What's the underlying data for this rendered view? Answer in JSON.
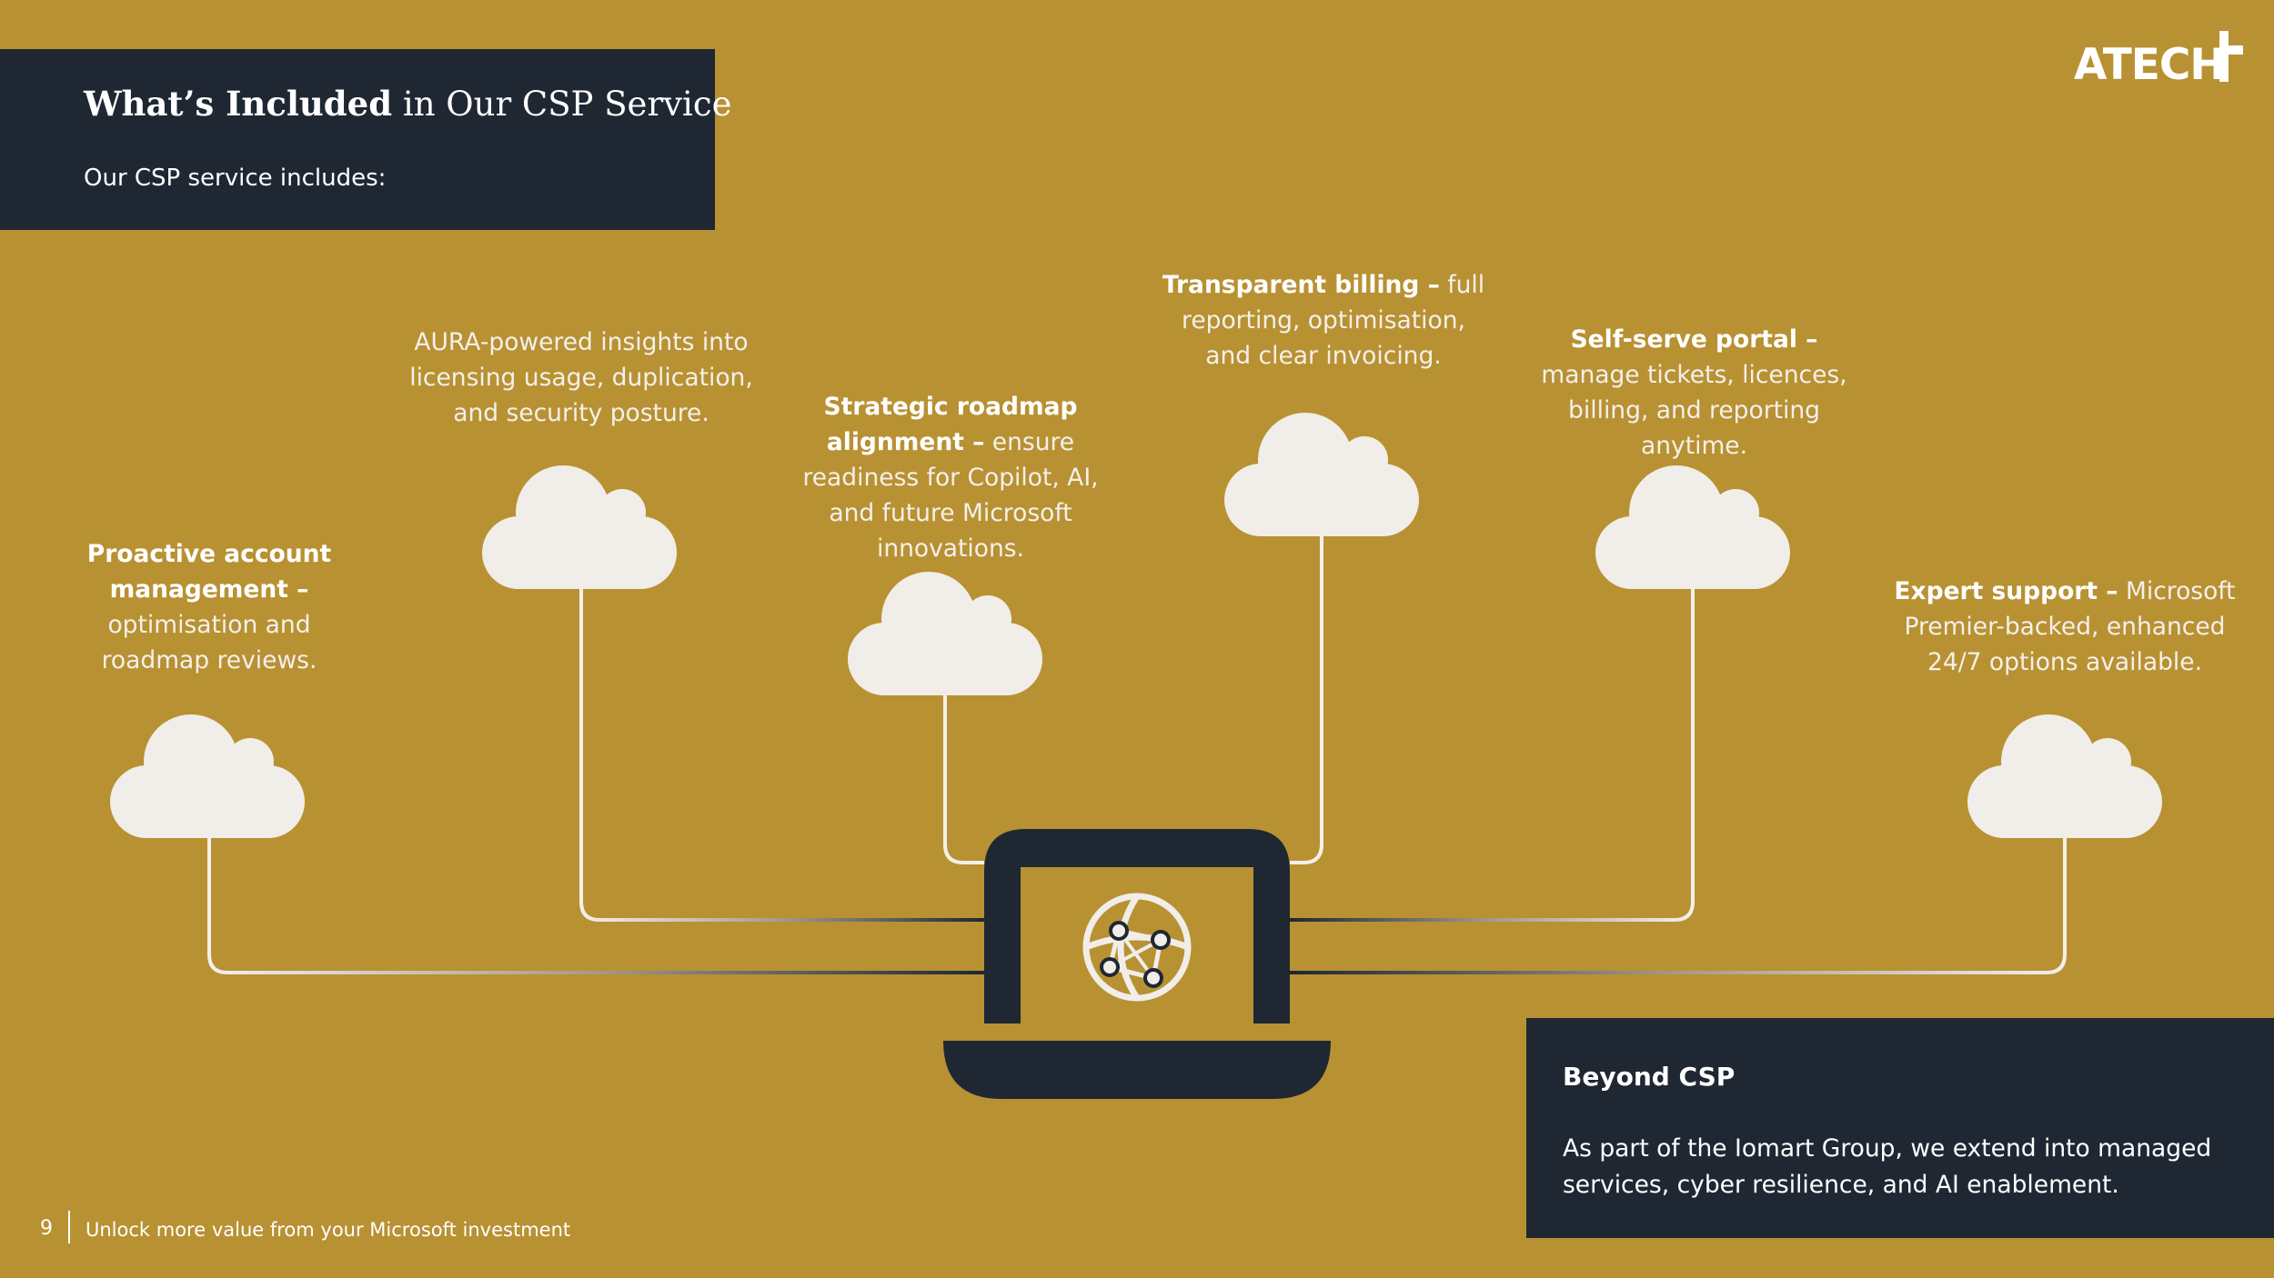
{
  "header": {
    "title_bold": "What’s Included",
    "title_rest": " in Our CSP Service",
    "subtitle": "Our CSP service includes:"
  },
  "logo": {
    "text": "ATECH"
  },
  "features": [
    {
      "bold": "Proactive account management –",
      "text": "optimisation and roadmap reviews.",
      "icon": "cloud-icon"
    },
    {
      "bold": "",
      "text": "AURA-powered insights into licensing usage, duplication, and security posture.",
      "icon": "cloud-icon"
    },
    {
      "bold": "Strategic roadmap alignment –",
      "text": "ensure readiness for Copilot, AI, and future Microsoft innovations.",
      "icon": "cloud-icon"
    },
    {
      "bold": "Transparent billing –",
      "text": "full reporting, optimisation, and clear invoicing.",
      "icon": "cloud-icon"
    },
    {
      "bold": "Self-serve portal –",
      "text": "manage tickets, licences, billing, and reporting anytime.",
      "icon": "cloud-icon"
    },
    {
      "bold": "Expert support –",
      "text": "Microsoft Premier-backed, enhanced 24/7 options available.",
      "icon": "cloud-icon"
    }
  ],
  "center_icon": "laptop-globe-icon",
  "beyond": {
    "title": "Beyond CSP",
    "text": "As part of the Iomart Group, we extend into managed services, cyber resilience, and AI enablement."
  },
  "footer": {
    "page_number": "9",
    "text": "Unlock more value from your Microsoft investment"
  },
  "colors": {
    "background": "#b89133",
    "dark": "#1f2733",
    "cloud": "#f1ede8"
  }
}
